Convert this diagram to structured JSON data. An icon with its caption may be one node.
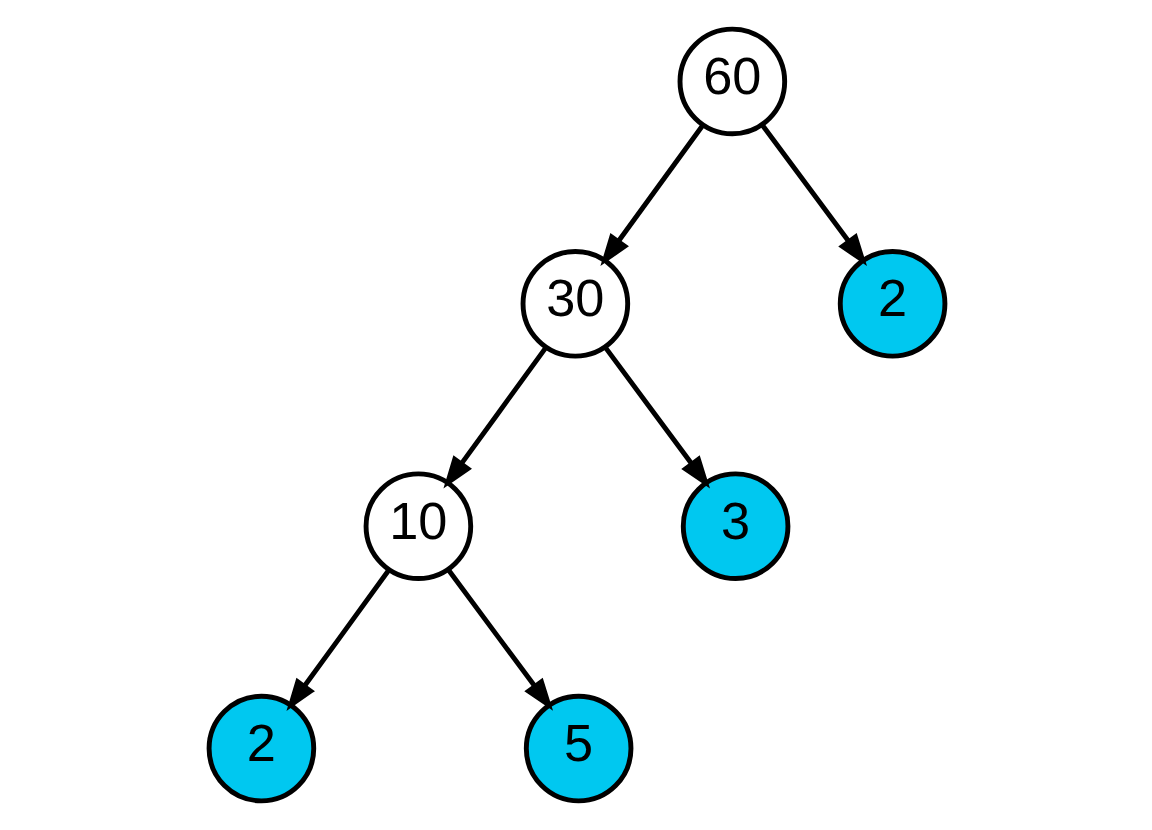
{
  "diagram": {
    "nodes": [
      {
        "text": [
          "60"
        ]
      },
      {
        "text": [
          "30"
        ]
      },
      {
        "text": [
          "2"
        ]
      },
      {
        "text": [
          "10"
        ]
      },
      {
        "text": [
          "3"
        ]
      },
      {
        "text": [
          "2"
        ]
      },
      {
        "text": [
          "5"
        ]
      }
    ],
    "edges": [
      {
        "from": 0,
        "to": 1,
        "arrow": "to"
      },
      {
        "from": 0,
        "to": 2,
        "arrow": "to"
      },
      {
        "from": 1,
        "to": 3,
        "arrow": "to"
      },
      {
        "from": 1,
        "to": 4,
        "arrow": "to"
      },
      {
        "from": 3,
        "to": 5,
        "arrow": "to"
      },
      {
        "from": 3,
        "to": 6,
        "arrow": "to"
      }
    ]
  }
}
